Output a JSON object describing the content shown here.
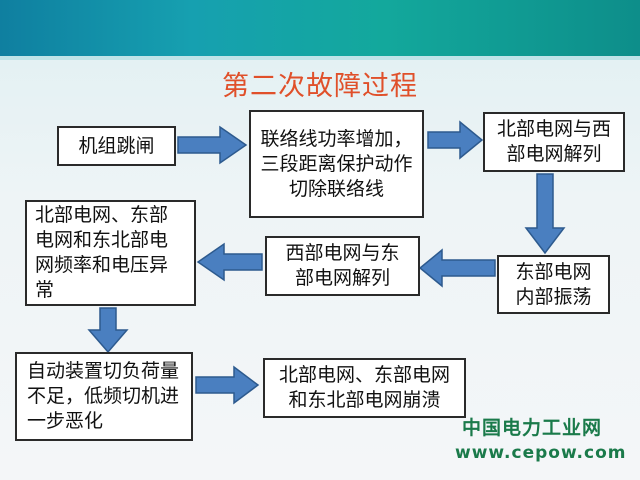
{
  "title": "第二次故障过程",
  "boxes": {
    "b1": "机组跳闸",
    "b2": "联络线功率增加，三段距离保护动作切除联络线",
    "b3": "北部电网与西部电网解列",
    "b4": "东部电网内部振荡",
    "b5": "西部电网与东部电网解列",
    "b6": "北部电网、东部电网和东北部电网频率和电压异常",
    "b7": "自动装置切负荷量不足，低频切机进一步恶化",
    "b8": "北部电网、东部电网和东北部电网崩溃"
  },
  "watermark": {
    "name": "中国电力工业网",
    "url": "www.cepow.com"
  },
  "colors": {
    "arrow": "#4a7fc0",
    "title": "#e0502a",
    "banner": "#13a0a8"
  }
}
